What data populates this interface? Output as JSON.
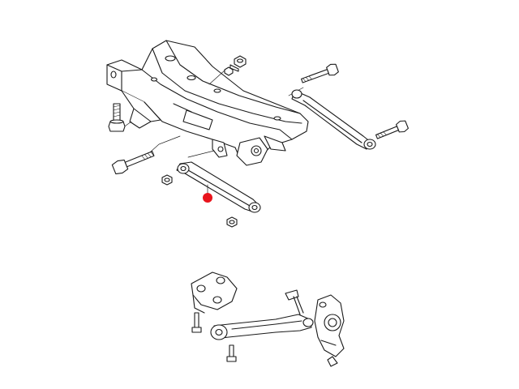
{
  "diagram": {
    "marker_color": "#e8141c",
    "line_color": "#1a1a1a",
    "background": "#ffffff",
    "parts": [
      "rear-subframe",
      "upper-lateral-arm",
      "lower-lateral-arm",
      "subframe-bolt",
      "arm-bolt",
      "nut",
      "knuckle",
      "bracket"
    ]
  }
}
